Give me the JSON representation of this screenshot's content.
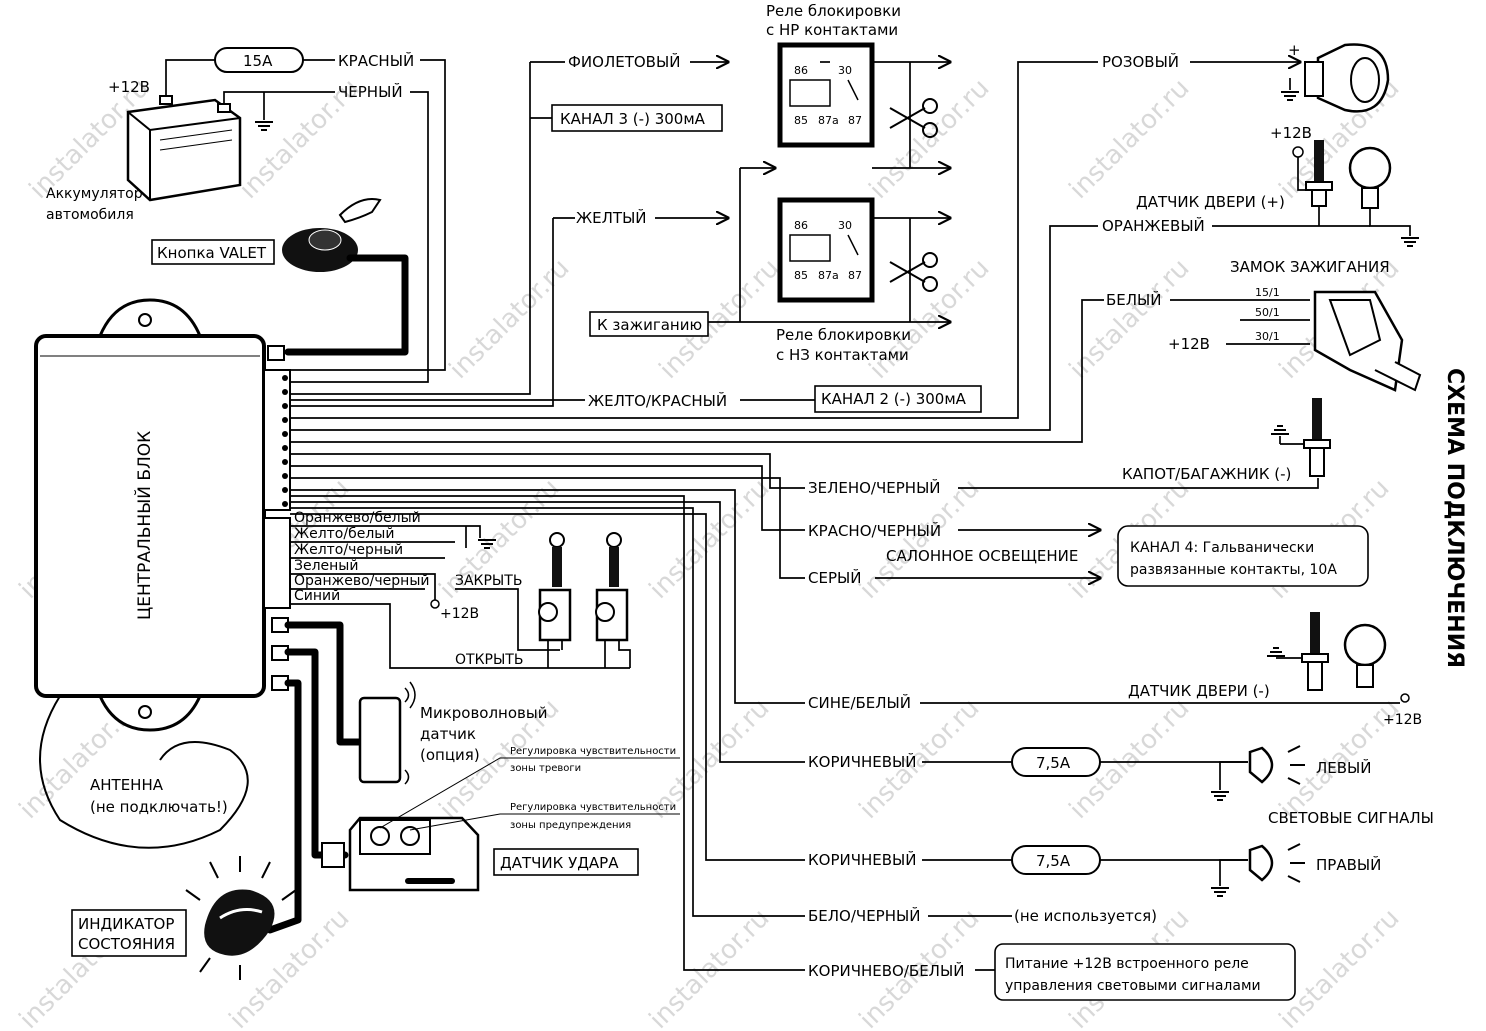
{
  "title": "СХЕМА ПОДКЛЮЧЕНИЯ",
  "watermark": "instalator.ru",
  "central_unit": "ЦЕНТРАЛЬНЫЙ БЛОК",
  "battery": {
    "plus": "+12В",
    "fuse": "15A",
    "label_line1": "Аккумулятор",
    "label_line2": "автомобиля",
    "wire_red": "КРАСНЫЙ",
    "wire_black": "ЧЕРНЫЙ"
  },
  "valet": "Кнопка VALET",
  "relay_no": {
    "title_line1": "Реле блокировки",
    "title_line2": "с НР контактами",
    "pins": [
      "86",
      "30",
      "85",
      "87a",
      "87"
    ]
  },
  "relay_nc": {
    "title_line1": "Реле блокировки",
    "title_line2": "с НЗ контактами",
    "pins": [
      "86",
      "30",
      "85",
      "87a",
      "87"
    ]
  },
  "wires_top": {
    "violet": "ФИОЛЕТОВЫЙ",
    "channel3": "КАНАЛ 3 (-) 300мА",
    "yellow": "ЖЕЛТЫЙ",
    "ignition": "К зажиганию",
    "yellow_red": "ЖЕЛТО/КРАСНЫЙ",
    "channel2": "КАНАЛ 2 (-) 300мА"
  },
  "right_top": {
    "pink": "РОЗОВЫЙ",
    "siren_plus": "+",
    "door_plus_12v": "+12В",
    "door_sensor_plus": "ДАТЧИК ДВЕРИ (+)",
    "orange": "ОРАНЖЕВЫЙ",
    "ignition_lock": "ЗАМОК ЗАЖИГАНИЯ",
    "white": "БЕЛЫЙ",
    "pin15": "15/1",
    "pin50": "50/1",
    "pin30": "30/1",
    "lock_12v": "+12В"
  },
  "hood": {
    "green_black": "ЗЕЛЕНО/ЧЕРНЫЙ",
    "label": "КАПОТ/БАГАЖНИК (-)"
  },
  "interior": {
    "red_black": "КРАСНО/ЧЕРНЫЙ",
    "light": "САЛОННОЕ ОСВЕЩЕНИЕ",
    "gray": "СЕРЫЙ",
    "channel4_line1": "КАНАЛ 4: Гальванически",
    "channel4_line2": "развязанные контакты, 10А"
  },
  "lock_wires": {
    "orange_white": "Оранжево/белый",
    "yellow_white": "Желто/белый",
    "yellow_black": "Желто/черный",
    "green": "Зеленый",
    "orange_black": "Оранжево/черный",
    "blue": "Синий",
    "close": "ЗАКРЫТЬ",
    "open": "ОТКРЫТЬ",
    "plus12": "+12В"
  },
  "door_minus": {
    "blue_white": "СИНЕ/БЕЛЫЙ",
    "label": "ДАТЧИК ДВЕРИ (-)",
    "plus12": "+12В"
  },
  "microwave": {
    "line1": "Микроволновый",
    "line2": "датчик",
    "line3": "(опция)"
  },
  "antenna": {
    "line1": "АНТЕННА",
    "line2": "(не подключать!)"
  },
  "shock": {
    "label": "ДАТЧИК УДАРА",
    "adj1_line1": "Регулировка чувствительности",
    "adj1_line2": "зоны тревоги",
    "adj2_line1": "Регулировка чувствительности",
    "adj2_line2": "зоны предупреждения"
  },
  "indicator": {
    "line1": "ИНДИКАТОР",
    "line2": "СОСТОЯНИЯ"
  },
  "lights": {
    "brown1": "КОРИЧНЕВЫЙ",
    "fuse1": "7,5А",
    "left": "ЛЕВЫЙ",
    "signals": "СВЕТОВЫЕ СИГНАЛЫ",
    "brown2": "КОРИЧНЕВЫЙ",
    "fuse2": "7,5А",
    "right": "ПРАВЫЙ"
  },
  "bottom": {
    "white_black": "БЕЛО/ЧЕРНЫЙ",
    "unused": "(не используется)",
    "brown_white": "КОРИЧНЕВО/БЕЛЫЙ",
    "power_line1": "Питание +12В встроенного реле",
    "power_line2": "управления световыми сигналами"
  },
  "colors": {
    "line": "#000000",
    "background": "#ffffff",
    "watermark": "#d8d8d8"
  }
}
